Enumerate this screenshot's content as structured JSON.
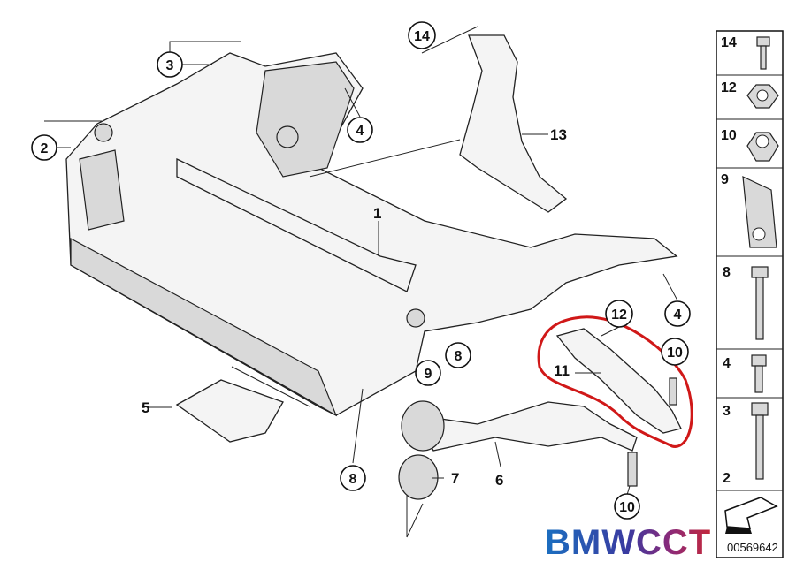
{
  "diagram": {
    "callouts": [
      {
        "id": "c3",
        "label": "3"
      },
      {
        "id": "c2",
        "label": "2"
      },
      {
        "id": "c4a",
        "label": "4"
      },
      {
        "id": "c14",
        "label": "14"
      },
      {
        "id": "c13",
        "label": "13"
      },
      {
        "id": "c1",
        "label": "1"
      },
      {
        "id": "c12",
        "label": "12"
      },
      {
        "id": "c4b",
        "label": "4"
      },
      {
        "id": "c10a",
        "label": "10"
      },
      {
        "id": "c11",
        "label": "11"
      },
      {
        "id": "c8a",
        "label": "8"
      },
      {
        "id": "c9",
        "label": "9"
      },
      {
        "id": "c5",
        "label": "5"
      },
      {
        "id": "c7",
        "label": "7"
      },
      {
        "id": "c6",
        "label": "6"
      },
      {
        "id": "c8b",
        "label": "8"
      },
      {
        "id": "c10b",
        "label": "10"
      }
    ],
    "highlight_color": "#d01818"
  },
  "parts_panel": {
    "items": [
      {
        "label": "14"
      },
      {
        "label": "12"
      },
      {
        "label": "10"
      },
      {
        "label": "9"
      },
      {
        "label": "8"
      },
      {
        "label": "4"
      },
      {
        "label": "3"
      },
      {
        "label": "2"
      }
    ],
    "code": "00569642"
  },
  "watermark": "BMWCCT"
}
